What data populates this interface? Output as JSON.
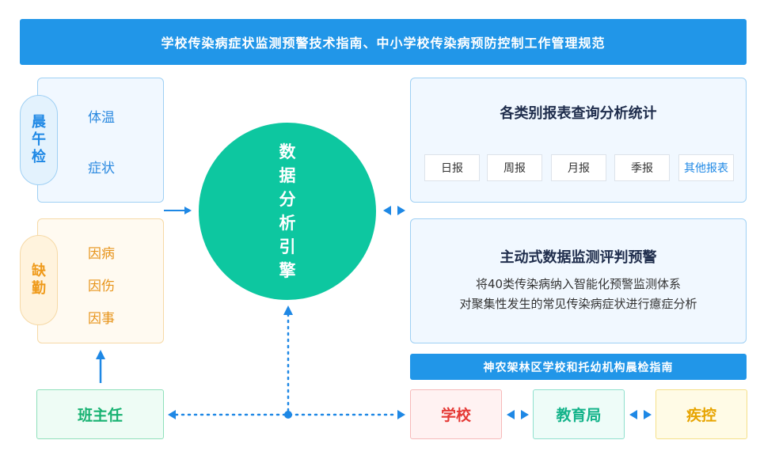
{
  "header": {
    "title": "学校传染病症状监测预警技术指南、中小学校传染病预防控制工作管理规范"
  },
  "morning_check": {
    "badge": "晨午检",
    "items": [
      "体温",
      "症状"
    ]
  },
  "absence": {
    "badge": "缺勤",
    "items": [
      "因病",
      "因伤",
      "因事"
    ]
  },
  "engine": {
    "label": "数据分析引擎"
  },
  "reports": {
    "title": "各类别报表查询分析统计",
    "buttons": [
      "日报",
      "周报",
      "月报",
      "季报",
      "其他报表"
    ]
  },
  "warning": {
    "title": "主动式数据监测评判预警",
    "lines": [
      "将40类传染病纳入智能化预警监测体系",
      "对聚集性发生的常见传染病症状进行癔症分析"
    ]
  },
  "guide": {
    "title": "神农架林区学校和托幼机构晨检指南"
  },
  "bottom": {
    "teacher": "班主任",
    "school": "学校",
    "education": "教育局",
    "disease": "疾控"
  },
  "colors": {
    "banner": "#2196e8",
    "engine": "#0dc7a0",
    "arrow": "#1e88e5"
  }
}
